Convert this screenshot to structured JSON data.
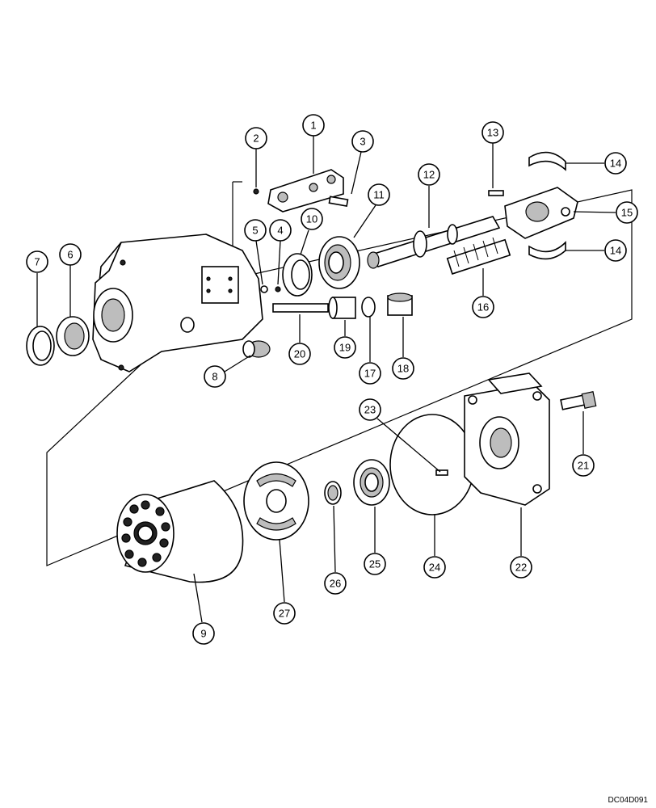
{
  "drawing_code": "DC04D091",
  "callouts": [
    "1",
    "2",
    "3",
    "4",
    "5",
    "6",
    "7",
    "8",
    "9",
    "10",
    "11",
    "12",
    "13",
    "14",
    "14",
    "15",
    "16",
    "17",
    "18",
    "19",
    "20",
    "21",
    "22",
    "23",
    "24",
    "25",
    "26",
    "27"
  ]
}
